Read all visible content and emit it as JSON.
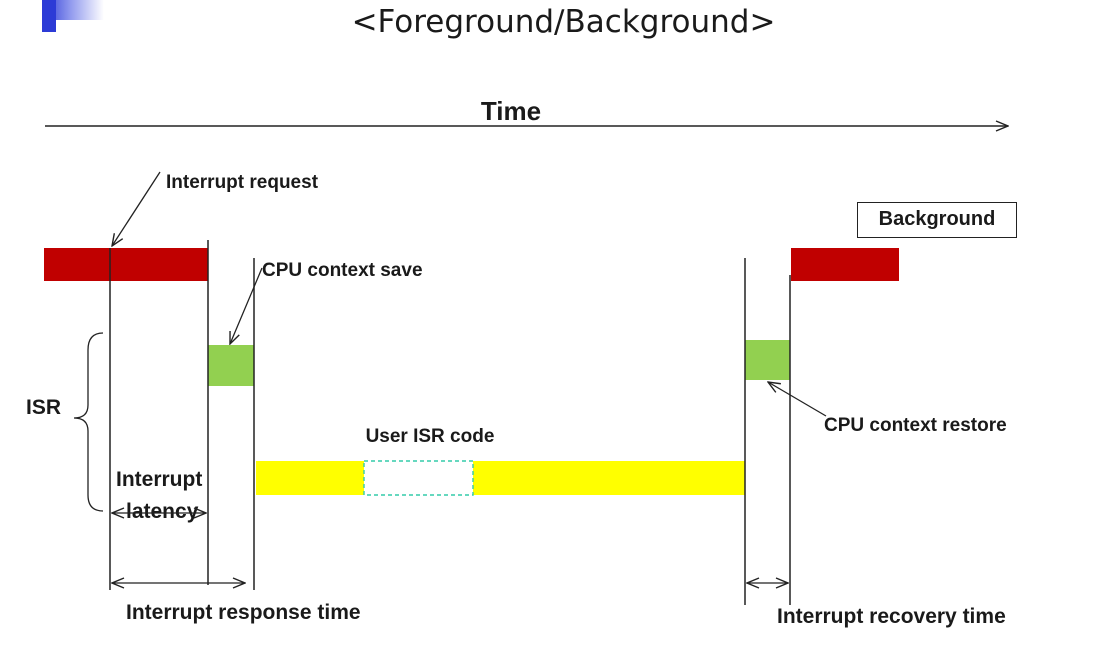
{
  "title": "<Foreground/Background>",
  "time_label": "Time",
  "labels": {
    "interrupt_request": "Interrupt request",
    "background": "Background",
    "cpu_context_save": "CPU context save",
    "isr": "ISR",
    "user_isr_code": "User ISR code",
    "cpu_context_restore": "CPU context restore",
    "interrupt_latency_line1": "Interrupt",
    "interrupt_latency_line2": "latency",
    "interrupt_response_time": "Interrupt response time",
    "interrupt_recovery_time": "Interrupt recovery time"
  },
  "colors": {
    "task": "#c00000",
    "context": "#92d050",
    "user_code": "#ffff00",
    "user_code_dashed": "#33ccaa",
    "title_bullet": "#2c3bd6"
  }
}
